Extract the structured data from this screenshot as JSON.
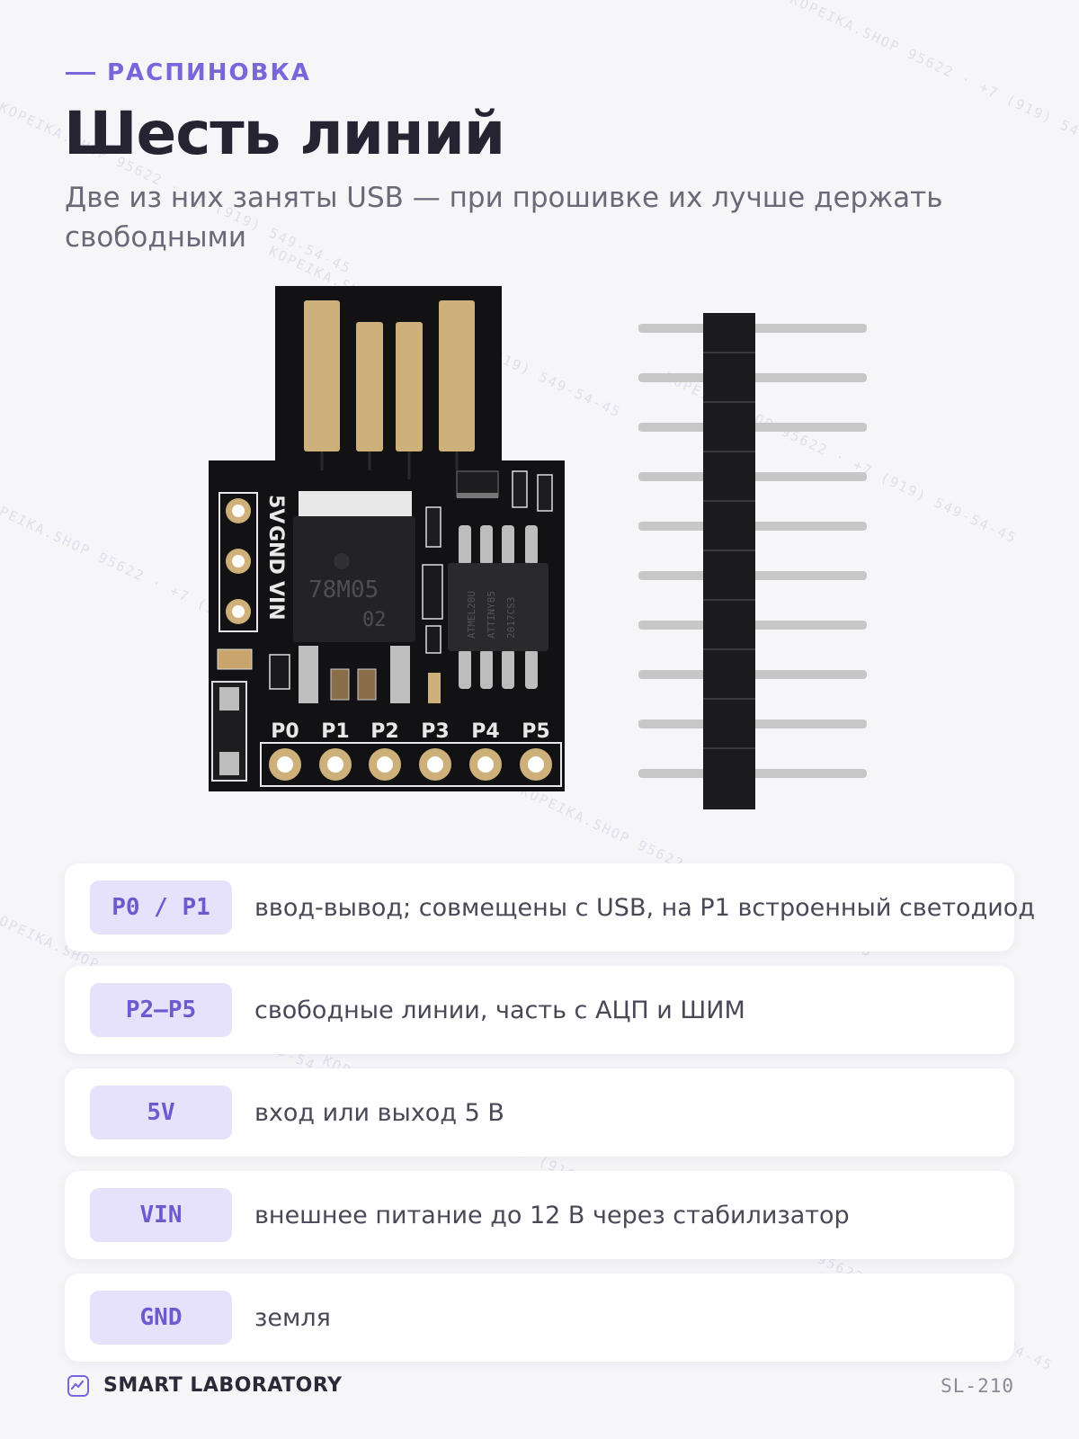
{
  "watermark": "KOPEIKA.SHOP 95622 · +7 (919) 549-54-45",
  "header": {
    "eyebrow": "РАСПИНОВКА",
    "title": "Шесть линий",
    "subtitle": "Две из них заняты USB — при прошивке их лучше держать свободными"
  },
  "board": {
    "left_labels": [
      "5V",
      "GND",
      "VIN"
    ],
    "bottom_labels": [
      "P0",
      "P1",
      "P2",
      "P3",
      "P4",
      "P5"
    ],
    "regulator_marking": [
      "78M05",
      "02"
    ],
    "mcu_marking": [
      "ATMEL20U",
      "ATTINY85",
      "2017CS3"
    ],
    "colors": {
      "pcb": "#121214",
      "gold": "#cdb07a",
      "silk": "#e8e8e8"
    }
  },
  "pins": [
    {
      "name": "P0 / P1",
      "description": "ввод-вывод; совмещены с USB, на P1 встроенный светодиод"
    },
    {
      "name": "P2–P5",
      "description": "свободные линии, часть с АЦП и ШИМ"
    },
    {
      "name": "5V",
      "description": "вход или выход 5 В"
    },
    {
      "name": "VIN",
      "description": "внешнее питание до 12 В через стабилизатор"
    },
    {
      "name": "GND",
      "description": "земля"
    }
  ],
  "footer": {
    "brand": "SMART LABORATORY",
    "brand_icon": "chart-icon",
    "code": "SL-210"
  },
  "colors": {
    "accent": "#7866db",
    "badge_bg": "#e6e2fb",
    "background": "#f6f6f9"
  }
}
